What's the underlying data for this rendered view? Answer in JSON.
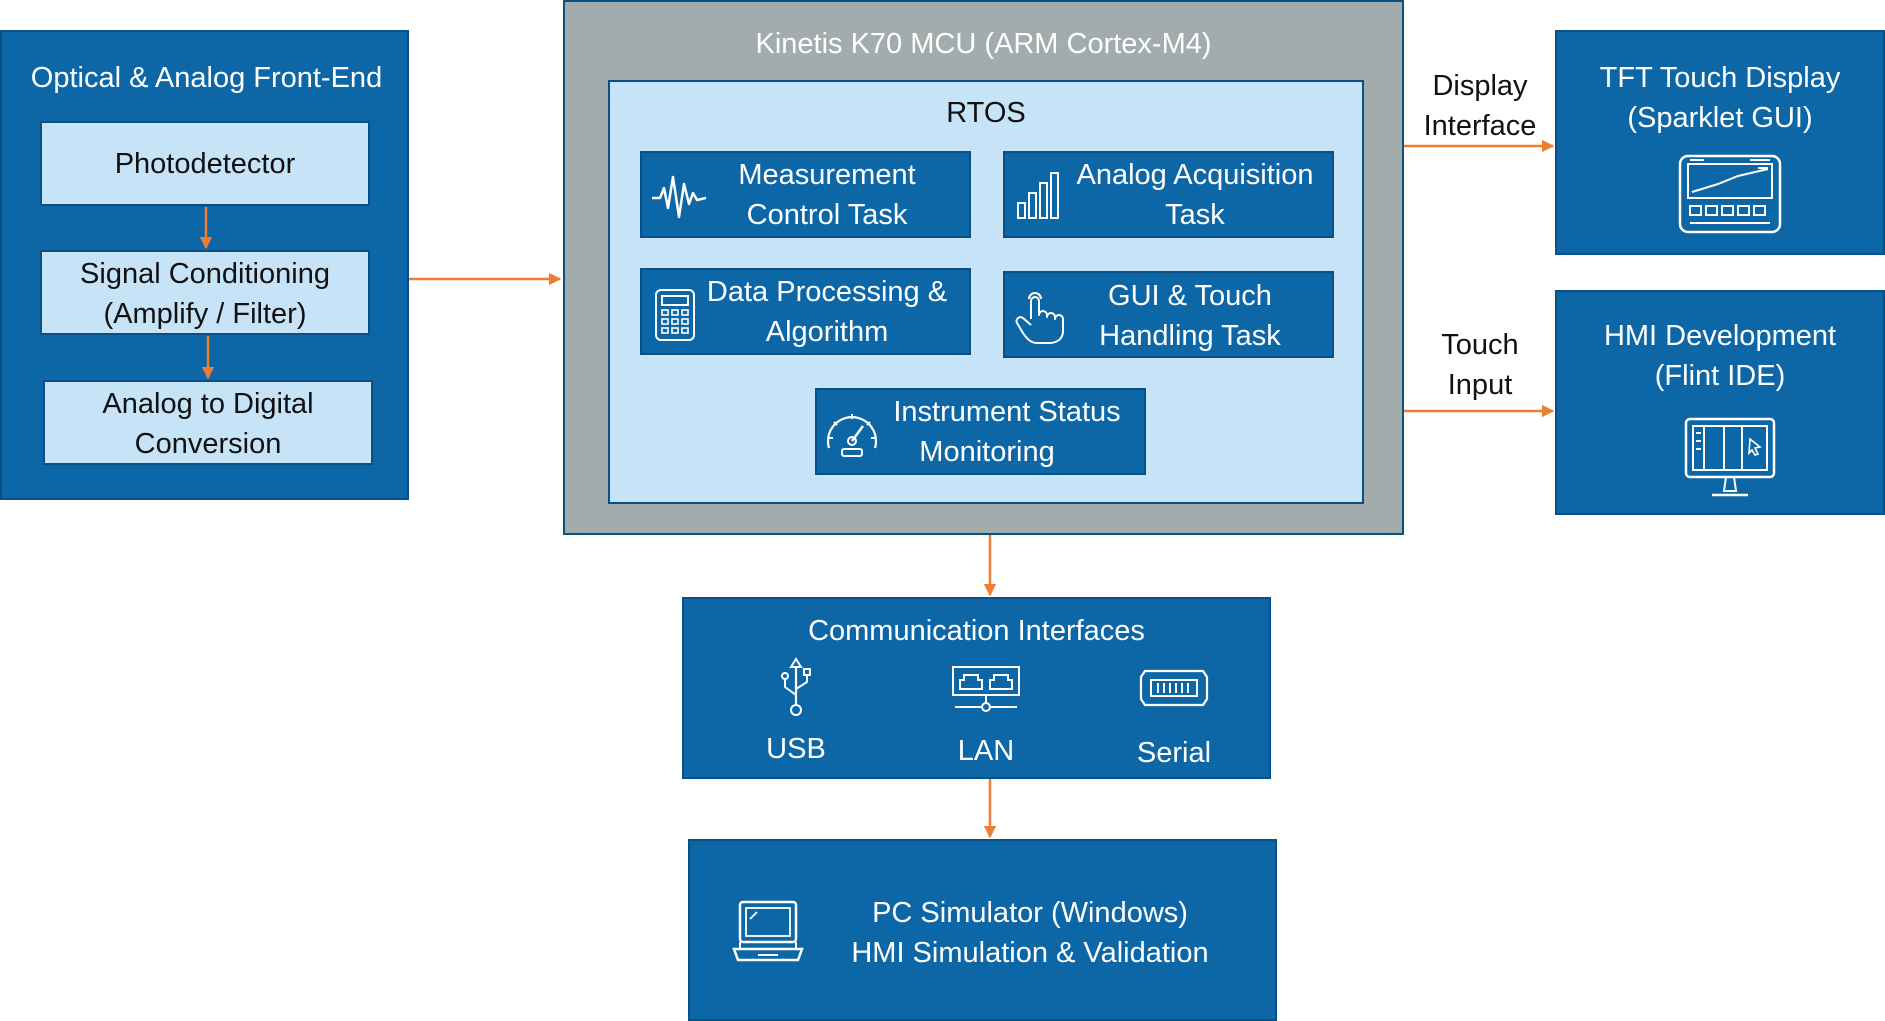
{
  "front_end": {
    "title": "Optical & Analog Front-End",
    "photodetector": "Photodetector",
    "signal_conditioning": [
      "Signal Conditioning",
      "(Amplify / Filter)"
    ],
    "adc": [
      "Analog to Digital",
      "Conversion"
    ]
  },
  "mcu": {
    "title": "Kinetis K70 MCU (ARM Cortex-M4)",
    "rtos": {
      "title": "RTOS",
      "tasks": [
        {
          "lines": [
            "Measurement",
            "Control Task"
          ],
          "icon": "waveform-icon"
        },
        {
          "lines": [
            "Analog Acquisition",
            "Task"
          ],
          "icon": "bar-chart-icon"
        },
        {
          "lines": [
            "Data Processing &",
            "Algorithm"
          ],
          "icon": "calculator-icon"
        },
        {
          "lines": [
            "GUI & Touch",
            "Handling Task"
          ],
          "icon": "touch-hand-icon"
        },
        {
          "lines": [
            "Instrument Status",
            "Monitoring"
          ],
          "icon": "gauge-icon"
        }
      ]
    }
  },
  "connections": {
    "display_interface": [
      "Display",
      "Interface"
    ],
    "touch_input": [
      "Touch",
      "Input"
    ]
  },
  "tft_display": {
    "lines": [
      "TFT Touch Display",
      "(Sparklet GUI)"
    ],
    "icon": "display-panel-icon"
  },
  "hmi_development": {
    "lines": [
      "HMI Development",
      "(Flint IDE)"
    ],
    "icon": "monitor-icon"
  },
  "communication": {
    "title": "Communication Interfaces",
    "items": [
      {
        "label": "USB",
        "icon": "usb-icon"
      },
      {
        "label": "LAN",
        "icon": "lan-icon"
      },
      {
        "label": "Serial",
        "icon": "serial-port-icon"
      }
    ]
  },
  "pc_simulator": {
    "lines": [
      "PC Simulator (Windows)",
      "HMI Simulation & Validation"
    ],
    "icon": "laptop-icon"
  },
  "colors": {
    "block_blue": "#0d67a7",
    "light_blue": "#c7e3f7",
    "mcu_grey": "#a2acac",
    "arrow_orange": "#ed7d31"
  }
}
